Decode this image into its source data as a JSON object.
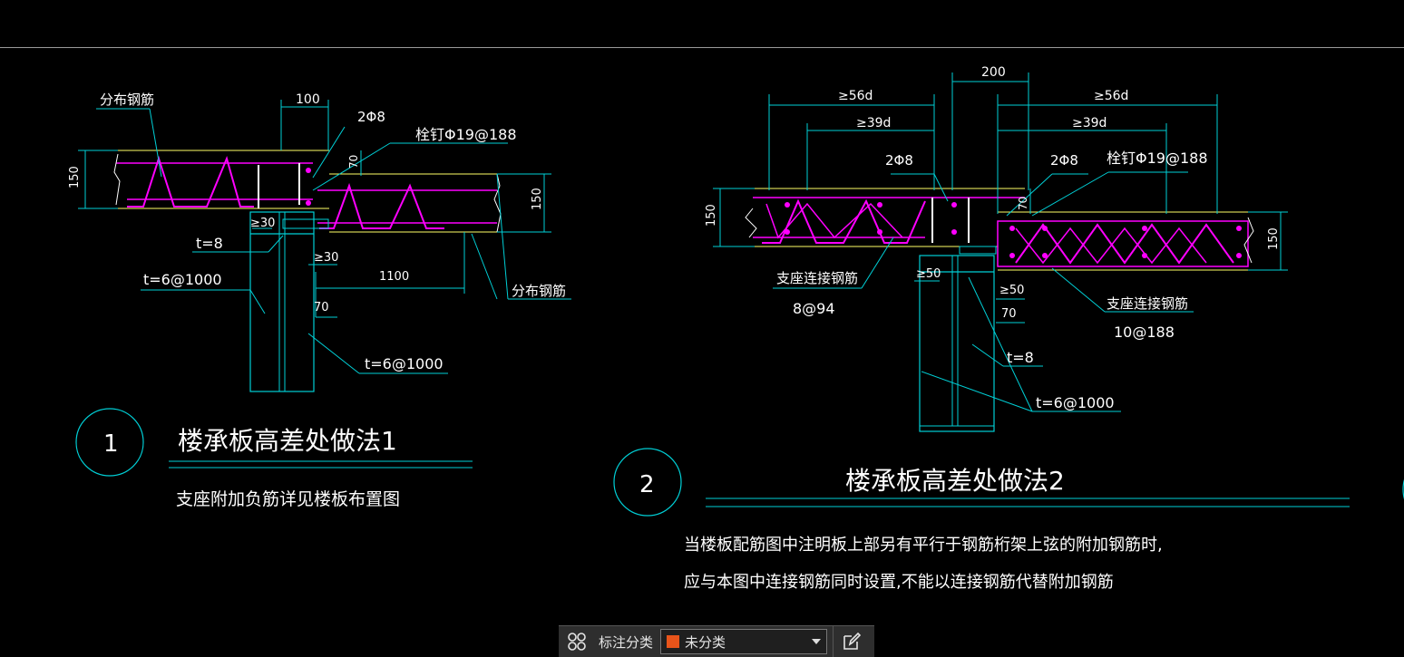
{
  "colors": {
    "background": "#000000",
    "cyan": "#00cfd6",
    "magenta": "#ff00ff",
    "yellow": "#ffff66",
    "white": "#ffffff",
    "tag_swatch": "#e8541a"
  },
  "detail1": {
    "number": "1",
    "title": "楼承板高差处做法1",
    "note": "支座附加负筋详见楼板布置图",
    "labels": {
      "distribution_rebar_top": "分布钢筋",
      "dim_100": "100",
      "rebar_2phi8": "2Φ8",
      "stud": "栓钉Φ19@188",
      "dim_150_left": "150",
      "dim_70": "70",
      "dim_150_right": "150",
      "dim_ge30_a": "≥30",
      "t8": "t=8",
      "dim_ge30_b": "≥30",
      "t6_left": "t=6@1000",
      "dim_1100": "1100",
      "distribution_rebar_right": "分布钢筋",
      "dim_70_b": "70",
      "t6_bottom": "t=6@1000"
    }
  },
  "detail2": {
    "number": "2",
    "title": "楼承板高差处做法2",
    "note_line1": "当楼板配筋图中注明板上部另有平行于钢筋桁架上弦的附加钢筋时,",
    "note_line2": "应与本图中连接钢筋同时设置,不能以连接钢筋代替附加钢筋",
    "labels": {
      "dim_200": "200",
      "ge56d_left": "≥56d",
      "ge56d_right": "≥56d",
      "ge39d_left": "≥39d",
      "ge39d_right": "≥39d",
      "rebar_2phi8_a": "2Φ8",
      "rebar_2phi8_b": "2Φ8",
      "stud": "栓钉Φ19@188",
      "dim_150_left": "150",
      "dim_70": "70",
      "dim_150_right": "150",
      "support_rebar_left": "支座连接钢筋",
      "support_rebar_left_spec": "8@94",
      "dim_ge50_a": "≥50",
      "dim_ge50_b": "≥50",
      "dim_70_b": "70",
      "support_rebar_right": "支座连接钢筋",
      "support_rebar_right_spec": "10@188",
      "t8": "t=8",
      "t6": "t=6@1000"
    }
  },
  "annotation_bar": {
    "grid_icon": "grid-icon",
    "label": "标注分类",
    "select_value": "未分类",
    "edit_icon": "edit-icon"
  }
}
